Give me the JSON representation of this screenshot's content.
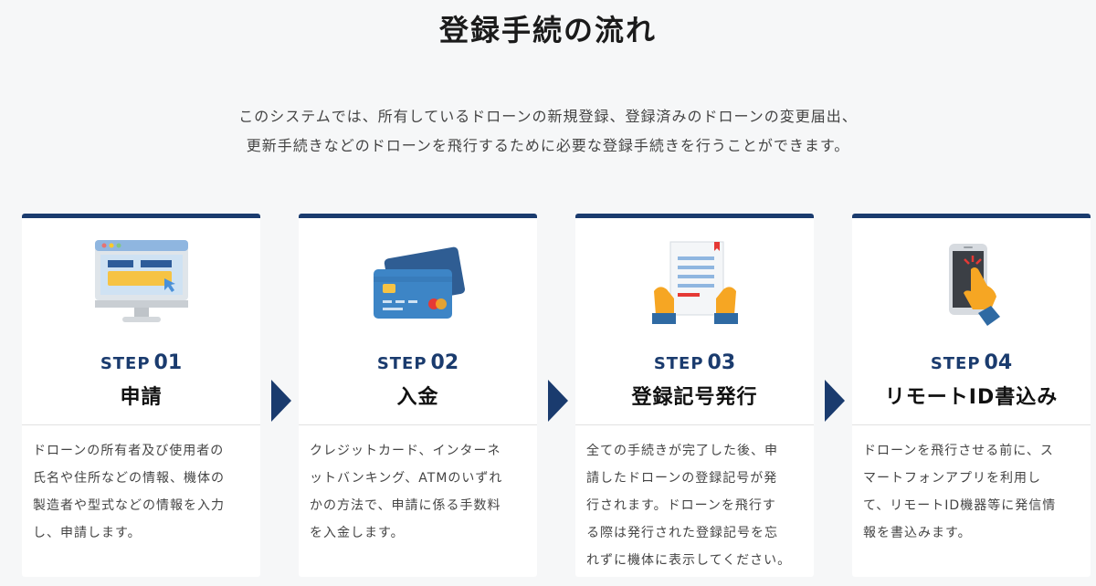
{
  "title": "登録手続の流れ",
  "intro": {
    "line1": "このシステムでは、所有しているドローンの新規登録、登録済みのドローンの変更届出、",
    "line2": "更新手続きなどのドローンを飛行するために必要な登録手続きを行うことができます。"
  },
  "steps": [
    {
      "step_label": "STEP",
      "step_number": "01",
      "name": "申請",
      "icon": "computer-monitor-icon",
      "desc": [
        "ドローンの所有者及び使用者の",
        "氏名や住所などの情報、機体の",
        "製造者や型式などの情報を入力",
        "し、申請します。"
      ]
    },
    {
      "step_label": "STEP",
      "step_number": "02",
      "name": "入金",
      "icon": "credit-card-icon",
      "desc": [
        "クレジットカード、インターネ",
        "ットバンキング、ATMのいずれ",
        "かの方法で、申請に係る手数料",
        "を入金します。"
      ]
    },
    {
      "step_label": "STEP",
      "step_number": "03",
      "name": "登録記号発行",
      "icon": "document-hands-icon",
      "desc": [
        "全ての手続きが完了した後、申",
        "請したドローンの登録記号が発",
        "行されます。ドローンを飛行す",
        "る際は発行された登録記号を忘",
        "れずに機体に表示してください。"
      ]
    },
    {
      "step_label": "STEP",
      "step_number": "04",
      "name": "リモートID書込み",
      "icon": "smartphone-tap-icon",
      "desc": [
        "ドローンを飛行させる前に、ス",
        "マートフォンアプリを利用し",
        "て、リモートID機器等に発信情",
        "報を書込みます。"
      ]
    }
  ],
  "colors": {
    "accent": "#1a3b6e",
    "background": "#f6f7f8",
    "card": "#ffffff"
  }
}
